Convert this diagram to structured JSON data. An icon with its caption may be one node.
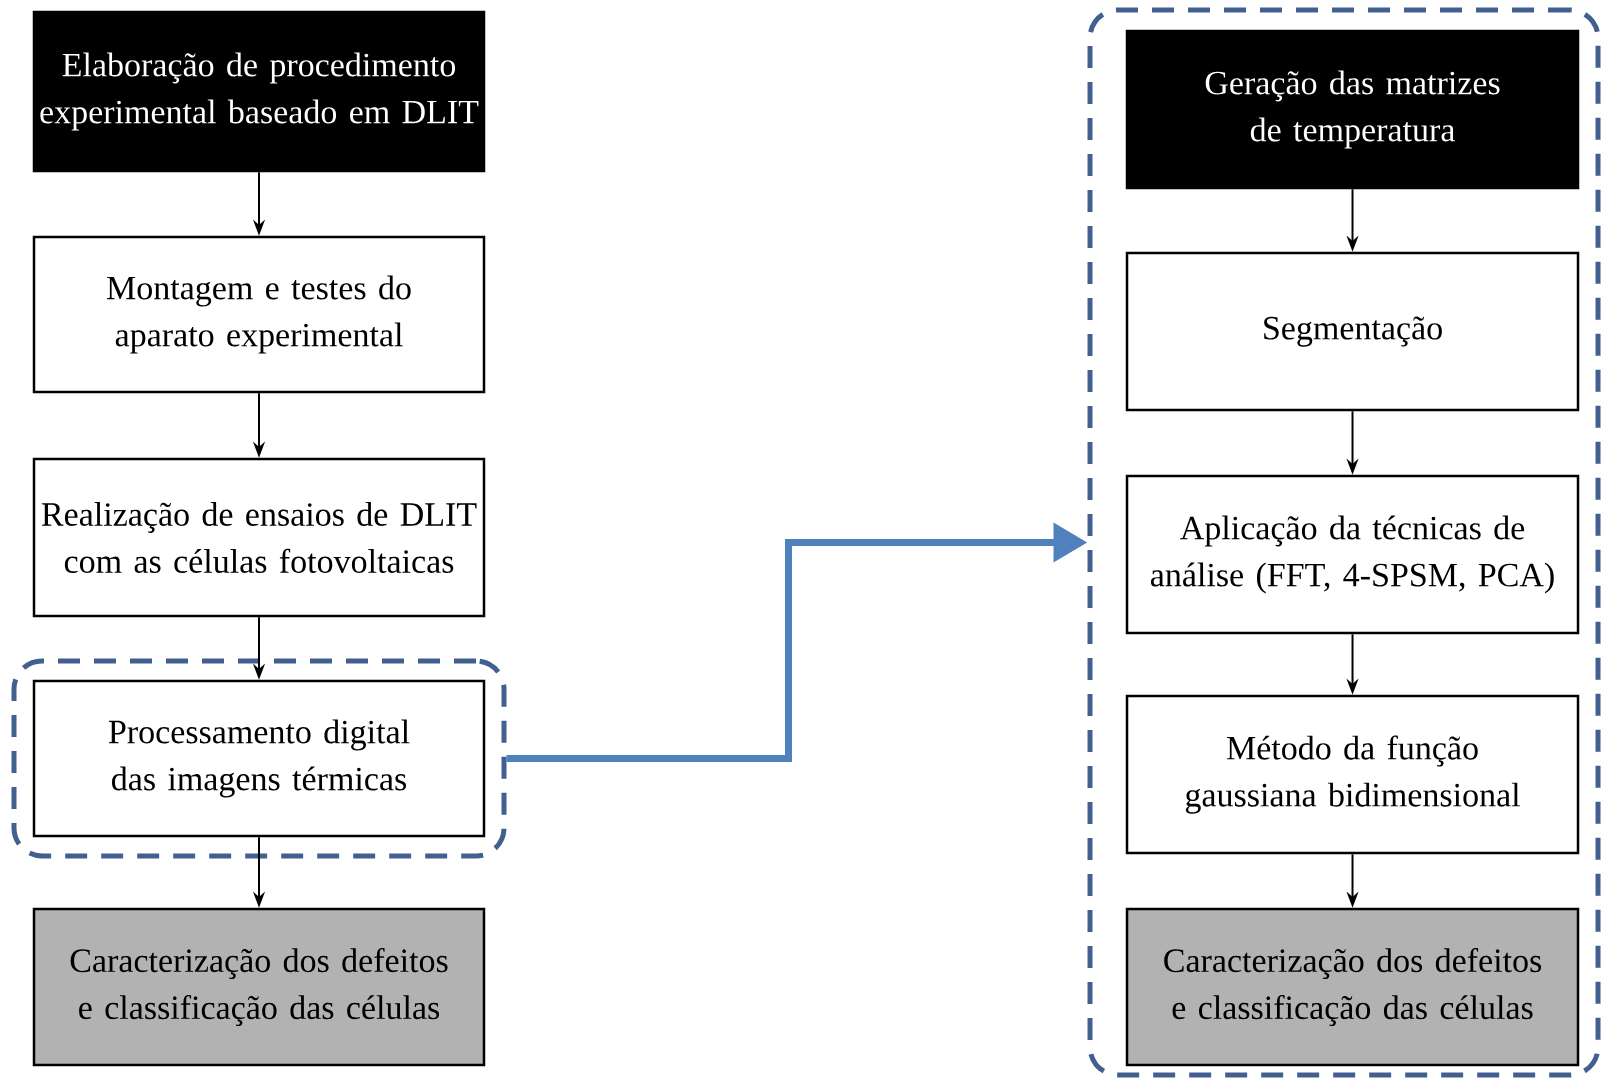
{
  "diagram": {
    "nodes": [
      {
        "text": [
          "Elaboração de procedimento experimental baseado em DLIT"
        ]
      },
      {
        "text": [
          "Montagem e testes do aparato experimental"
        ]
      },
      {
        "text": [
          "Realização de ensaios de DLIT com as células fotovoltaicas"
        ]
      },
      {
        "text": [],
        "shape": "box"
      },
      {
        "text": [
          "Processamento digital das imagens térmicas"
        ],
        "in": 3
      },
      {
        "text": [
          "Caracterização dos defeitos e classificação das células"
        ]
      },
      {
        "text": [],
        "shape": "box"
      },
      {
        "text": [
          "Geração das matrizes de temperatura"
        ],
        "in": 6
      },
      {
        "text": [
          "Segmentação"
        ],
        "in": 6
      },
      {
        "text": [
          "Aplicação da técnicas de análise (FFT, 4-SPSM, PCA)"
        ],
        "in": 6
      },
      {
        "text": [
          "Método da função gaussiana bidimensional"
        ],
        "in": 6
      },
      {
        "text": [
          "Caracterização dos defeitos e classificação das células"
        ],
        "in": 6
      }
    ],
    "edges": [
      {
        "from": 0,
        "to": 1,
        "arrow": "to"
      },
      {
        "from": 1,
        "to": 2,
        "arrow": "to"
      },
      {
        "from": 2,
        "to": 4,
        "arrow": "to"
      },
      {
        "from": 4,
        "to": 5,
        "arrow": "to"
      },
      {
        "from": 3,
        "to": 6,
        "arrow": "to",
        "style": "thick",
        "color": "#4f81bd"
      },
      {
        "from": 7,
        "to": 8,
        "arrow": "to"
      },
      {
        "from": 8,
        "to": 9,
        "arrow": "to"
      },
      {
        "from": 9,
        "to": 10,
        "arrow": "to"
      },
      {
        "from": 10,
        "to": 11,
        "arrow": "to"
      }
    ]
  }
}
